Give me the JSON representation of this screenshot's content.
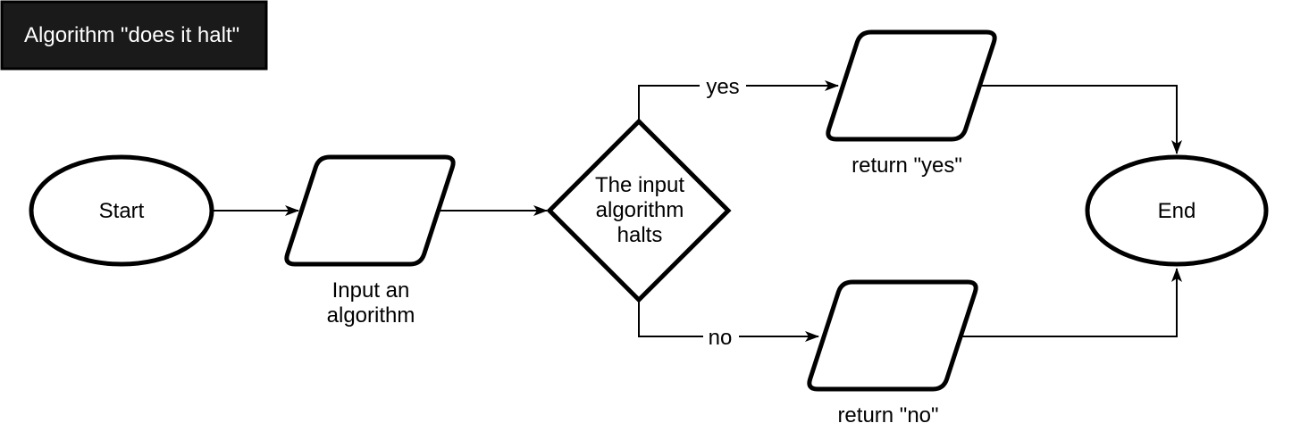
{
  "title": {
    "label": "Algorithm \"does it halt\""
  },
  "colors": {
    "title_bg": "#1a1a1a",
    "title_border": "#000000",
    "title_text": "#ffffff",
    "shape_stroke": "#000000",
    "shape_fill": "#ffffff",
    "edge_stroke": "#000000"
  },
  "nodes": {
    "start": {
      "type": "terminator-ellipse",
      "label": "Start"
    },
    "input": {
      "type": "io-parallelogram",
      "label_lines": [
        "Input an",
        "algorithm"
      ]
    },
    "decision": {
      "type": "decision-diamond",
      "label_lines": [
        "The input",
        "algorithm",
        "halts"
      ]
    },
    "return_yes": {
      "type": "io-parallelogram",
      "label": "return \"yes\""
    },
    "return_no": {
      "type": "io-parallelogram",
      "label": "return \"no\""
    },
    "end": {
      "type": "terminator-ellipse",
      "label": "End"
    }
  },
  "edges": {
    "start_to_input": {
      "label": ""
    },
    "input_to_decision": {
      "label": ""
    },
    "decision_to_return_yes": {
      "label": "yes"
    },
    "return_yes_to_end": {
      "label": ""
    },
    "decision_to_return_no": {
      "label": "no"
    },
    "return_no_to_end": {
      "label": ""
    }
  }
}
